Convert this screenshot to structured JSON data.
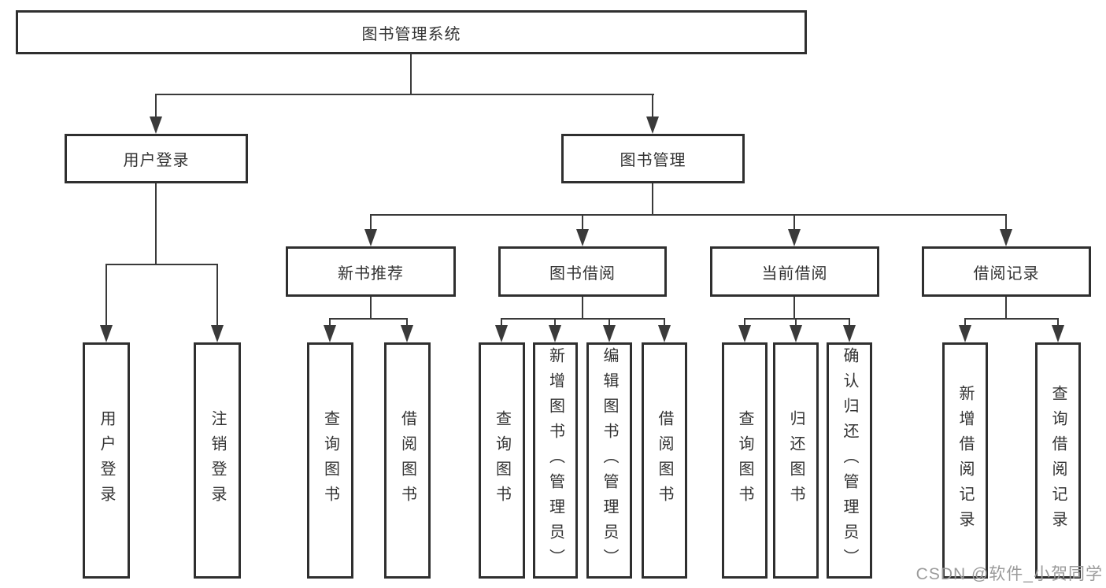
{
  "diagram": {
    "accent_color": "#2f2f2f",
    "line_color": "#3a3a3a",
    "background_color": "#ffffff",
    "nodes": {
      "root": {
        "label": "图书管理系统"
      },
      "user_login": {
        "label": "用户登录"
      },
      "book_mgmt": {
        "label": "图书管理"
      },
      "new_book_rec": {
        "label": "新书推荐"
      },
      "book_borrow": {
        "label": "图书借阅"
      },
      "current_borrow": {
        "label": "当前借阅"
      },
      "borrow_records": {
        "label": "借阅记录"
      },
      "v_user_login": {
        "label": "用户登录"
      },
      "v_logout": {
        "label": "注销登录"
      },
      "v_query_book_1": {
        "label": "查询图书"
      },
      "v_borrow_book_1": {
        "label": "借阅图书"
      },
      "v_query_book_2": {
        "label": "查询图书"
      },
      "v_add_book": {
        "label": "新增图书（管理员）"
      },
      "v_edit_book": {
        "label": "编辑图书（管理员）"
      },
      "v_borrow_book_2": {
        "label": "借阅图书"
      },
      "v_query_book_3": {
        "label": "查询图书"
      },
      "v_return_book": {
        "label": "归还图书"
      },
      "v_confirm_return": {
        "label": "确认归还（管理员）"
      },
      "v_add_borrow_record": {
        "label": "新增借阅记录"
      },
      "v_query_borrow_record": {
        "label": "查询借阅记录"
      }
    }
  },
  "watermark": {
    "text": "CSDN @软件_小贺同学",
    "color": "#9b9b9b"
  }
}
